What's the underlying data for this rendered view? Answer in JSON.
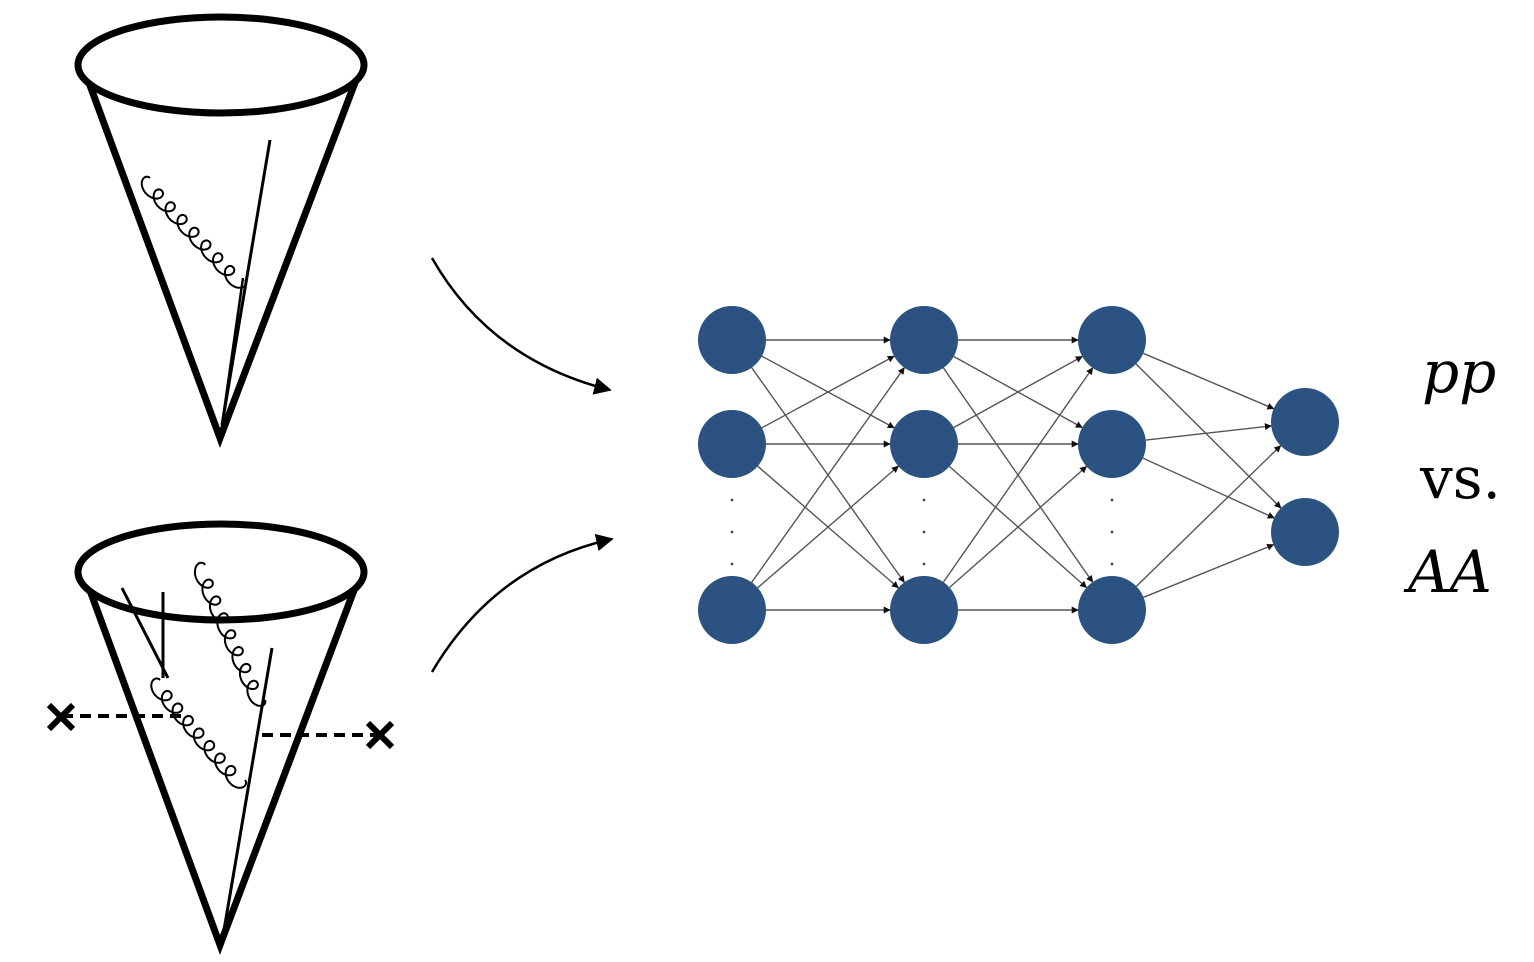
{
  "labels": {
    "top": "pp",
    "middle": "vs.",
    "bottom": "AA"
  },
  "network": {
    "layers": [
      {
        "nodes": 3,
        "ellipsis": true
      },
      {
        "nodes": 3,
        "ellipsis": true
      },
      {
        "nodes": 3,
        "ellipsis": true
      },
      {
        "nodes": 2,
        "ellipsis": false
      }
    ],
    "node_color": "#2c5282",
    "edge_color": "#555555"
  },
  "jets": [
    {
      "kind": "pp-jet",
      "medium_interactions": false
    },
    {
      "kind": "AA-jet",
      "medium_interactions": true
    }
  ]
}
